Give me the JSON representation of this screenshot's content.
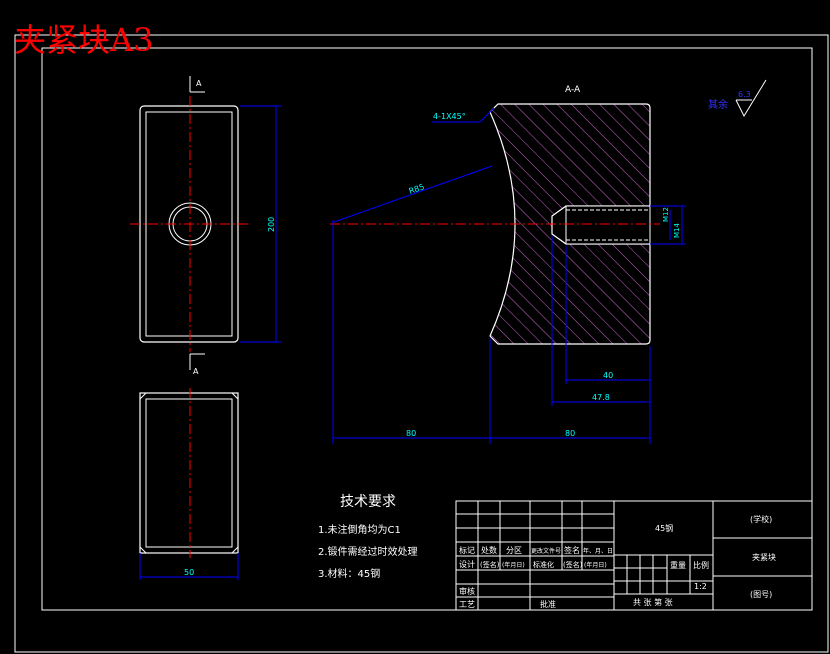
{
  "sheet_label": "夹紧块A3",
  "section": {
    "label": "A-A",
    "cut_marker_top": "A",
    "cut_marker_bottom": "A"
  },
  "dimensions": {
    "chamfer": "4-1X45°",
    "radius": "R85",
    "front_height": "200",
    "bottom_width": "50",
    "section_left": "80",
    "section_right": "80",
    "hole_depth_short": "40",
    "hole_depth_long": "47.8",
    "thread_small": "M12",
    "thread_right": "M14"
  },
  "surface": {
    "label": "其余",
    "value": "6.3"
  },
  "tech_req": {
    "title": "技术要求",
    "items": [
      "1.未注倒角均为C1",
      "2.锻件需经过时效处理",
      "3.材料：45钢"
    ]
  },
  "title_block": {
    "material": "45钢",
    "school": "(学校)",
    "part_name": "夹紧块",
    "drawing_no": "(图号)",
    "scale": "1:2",
    "header_cells": [
      "标记",
      "处数",
      "分区",
      "更改文件号",
      "签名",
      "年、月、日"
    ],
    "design_cells": [
      "设计",
      "(签名)",
      "(年月日)",
      "标准化",
      "(签名)",
      "(年月日)"
    ],
    "review": "审核",
    "process": "工艺",
    "approve": "批准",
    "weight": "重量",
    "ratio": "比例",
    "sheets": "共  张  第  张"
  }
}
